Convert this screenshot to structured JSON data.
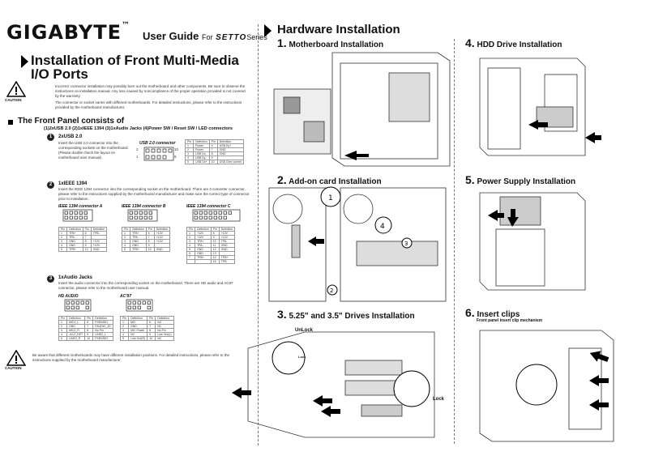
{
  "header": {
    "brand": "GIGABYTE",
    "trademark": "™",
    "guide_title": "User Guide",
    "guide_for": "For",
    "series_logo": "SETTO",
    "series_suffix": "Series"
  },
  "left": {
    "title_line1": "Installation of Front Multi-Media",
    "title_line2": "I/O Ports",
    "caution_label": "CAUTION",
    "caution_text1": "Incorrect connector installation may possibly burn out the motherboard and other components. Be sure to observe the instructions on installation manual. Any loss caused by noncompliance of the proper operation provided is not covered by the warranty.",
    "caution_text2": "The connector or socket varies with different motherboards. For detailed instructions, please refer to the instructions provided by the motherboard manufacturer.",
    "panel_title": "The Front Panel consists of",
    "panel_sub": "(1)2xUSB 2.0  (2)1xIEEE 1394  (3)1xAudio Jacks  (4)Power SW / Reset SW / LED connectors",
    "usb": {
      "num": "1",
      "title": "2xUSB 2.0",
      "desc": "Insert the USB 2.0 connector into the corresponding sockets on the motherboard. (Please double check the layout on motherboard user manual)",
      "connector_label": "USB 2.0 connector",
      "pin_top": "2",
      "pin_top_end": "10",
      "pin_bottom": "1",
      "pin_bottom_end": "9",
      "table_head": [
        "Pin",
        "Definition",
        "Pin",
        "Definition"
      ],
      "rows": [
        [
          "1",
          "Power",
          "6",
          "USB Dy+"
        ],
        [
          "2",
          "Power",
          "7",
          "GND"
        ],
        [
          "3",
          "USB Dx-",
          "8",
          "GND"
        ],
        [
          "4",
          "USB Dy-",
          "9",
          ""
        ],
        [
          "5",
          "USB Dx+",
          "10",
          "USB Over current"
        ]
      ]
    },
    "ieee": {
      "num": "2",
      "title": "1xIEEE 1394",
      "desc": "Insert the IEEE 1394 connector into the corresponding socket on the motherboard. There are 3 converter connector, please refer to the instructions supplied by the motherboard manufacturer and make sure the correct type of connector prior to installation.",
      "conn_a": "IEEE 1394 connector A",
      "conn_b": "IEEE 1394 connector B",
      "conn_c": "IEEE 1394 connector C",
      "table_a": [
        [
          "Pin",
          "Definition",
          "Pin",
          "Definition"
        ],
        [
          "1",
          "TPA+",
          "6",
          "TPB-"
        ],
        [
          "2",
          "TPA-",
          "7",
          ""
        ],
        [
          "3",
          "GND",
          "8",
          "+12V"
        ],
        [
          "4",
          "GND",
          "9",
          "+12V"
        ],
        [
          "5",
          "TPB+",
          "10",
          "GND"
        ]
      ],
      "table_b": [
        [
          "Pin",
          "Definition",
          "Pin",
          "Definition"
        ],
        [
          "1",
          "TPA+",
          "6",
          "+12V"
        ],
        [
          "2",
          "TPA-",
          "7",
          "+12V"
        ],
        [
          "3",
          "GND",
          "8",
          "+12V"
        ],
        [
          "4",
          "GND",
          "9",
          ""
        ],
        [
          "5",
          "TPB+",
          "10",
          "GND"
        ]
      ],
      "table_c": [
        [
          "Pin",
          "Definition",
          "Pin",
          "Definition"
        ],
        [
          "1",
          "+12V",
          "8",
          "+12V"
        ],
        [
          "2",
          "+12V",
          "9",
          "+12V"
        ],
        [
          "3",
          "TPA+",
          "10",
          "TPA-"
        ],
        [
          "4",
          "TPA-",
          "11",
          "GND"
        ],
        [
          "5",
          "GND",
          "12",
          "GND"
        ],
        [
          "6",
          "GND",
          "13",
          ""
        ],
        [
          "7",
          "TPB+",
          "14",
          "TPB+"
        ],
        [
          "",
          "",
          "15",
          "TPB-"
        ]
      ]
    },
    "audio": {
      "num": "3",
      "title": "1xAudio Jacks",
      "desc": "Insert the audio connector into the corresponding socket on the motherboard. There are HD audio and AC97 connector, please refer to the motherboard user manual.",
      "hd": "HD AUDIO",
      "ac97": "AC'97",
      "table_hd": [
        [
          "Pin",
          "Definition",
          "Pin",
          "Definition"
        ],
        [
          "1",
          "MIC2_L",
          "6",
          "FSENSE1"
        ],
        [
          "2",
          "GND",
          "7",
          "FAUDIO_JD"
        ],
        [
          "3",
          "MIC2_R",
          "8",
          "No Pin"
        ],
        [
          "4",
          "-ACZ_DET",
          "9",
          "LINE2_L"
        ],
        [
          "5",
          "LINE2_R",
          "10",
          "FSENSE2"
        ]
      ],
      "table_ac": [
        [
          "Pin",
          "Definition",
          "Pin",
          "Definition"
        ],
        [
          "1",
          "MIC",
          "6",
          "NC"
        ],
        [
          "2",
          "GND",
          "7",
          "NC"
        ],
        [
          "3",
          "MIC Power",
          "8",
          "No Pin"
        ],
        [
          "4",
          "NC",
          "9",
          "Line Out(L)"
        ],
        [
          "5",
          "Line Out(R)",
          "10",
          "NC"
        ]
      ]
    },
    "caution2_label": "CAUTION",
    "caution2_text": "Be aware that different motherboards may have different installation positions. For detailed instructions, please refer to the instructions supplied by the motherboard manufacturer."
  },
  "hardware": {
    "title": "Hardware Installation",
    "steps": [
      {
        "num": "1.",
        "label": "Motherboard Installation"
      },
      {
        "num": "2.",
        "label": "Add-on card Installation"
      },
      {
        "num": "3.",
        "label": "5.25\" and 3.5\" Drives Installation"
      },
      {
        "num": "4.",
        "label": "HDD Drive Installation"
      },
      {
        "num": "5.",
        "label": "Power Supply Installation"
      },
      {
        "num": "6.",
        "label": "Insert clips"
      }
    ],
    "clips_sub": "Front panel insert clip mechanism",
    "unlock": "UnLock",
    "lock": "Lock",
    "lock2": "Lock"
  }
}
